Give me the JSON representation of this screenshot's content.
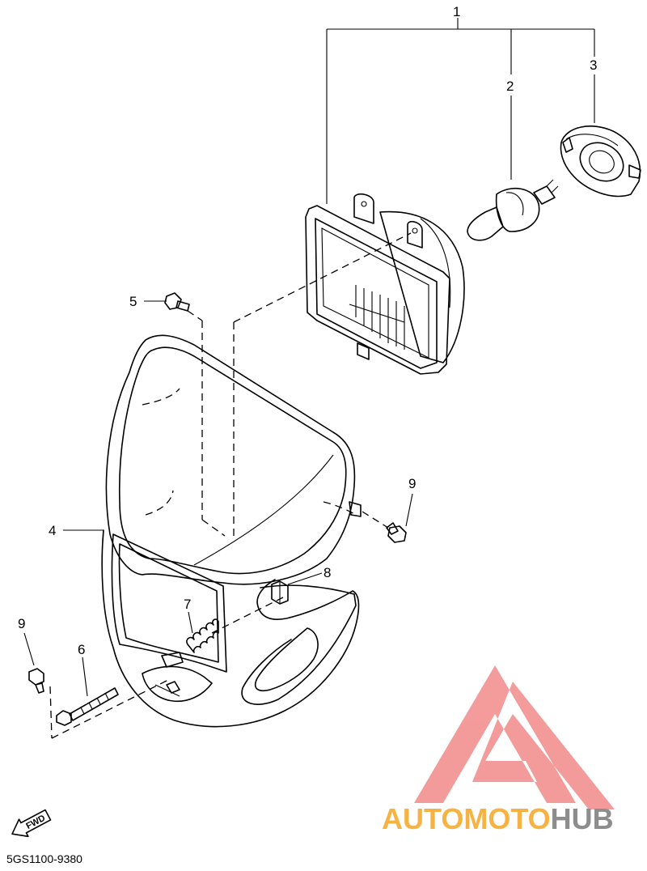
{
  "diagram": {
    "part_code": "5GS1100-9380",
    "fwd_label": "FWD",
    "callouts": [
      {
        "id": "1",
        "label": "1"
      },
      {
        "id": "2",
        "label": "2"
      },
      {
        "id": "3",
        "label": "3"
      },
      {
        "id": "4",
        "label": "4"
      },
      {
        "id": "5",
        "label": "5"
      },
      {
        "id": "6",
        "label": "6"
      },
      {
        "id": "7",
        "label": "7"
      },
      {
        "id": "8",
        "label": "8"
      },
      {
        "id": "9a",
        "label": "9"
      },
      {
        "id": "9b",
        "label": "9"
      }
    ]
  },
  "watermark": {
    "text_part1": "AUTOMOTO",
    "text_part2": "HUB",
    "color_orange": "#f5a623",
    "color_pink": "#f07878",
    "color_gray": "#7a7a7a",
    "logo_color": "#f28a8a"
  }
}
